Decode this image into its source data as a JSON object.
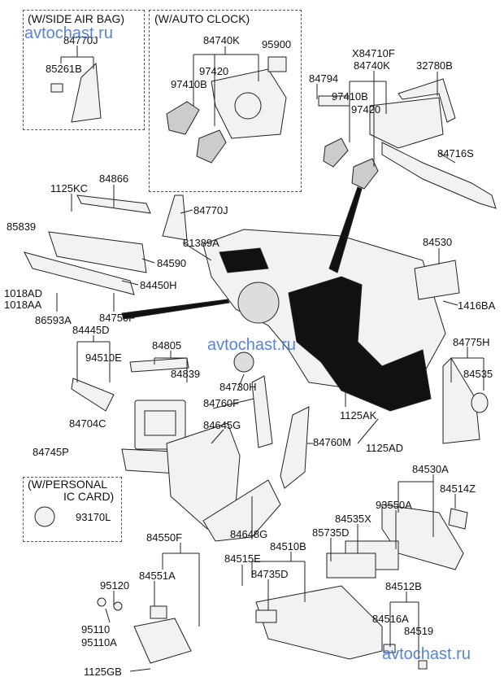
{
  "variant_boxes": {
    "side_air_bag": "(W/SIDE AIR BAG)",
    "auto_clock": "(W/AUTO CLOCK)",
    "personal_ic_card_line1": "(W/PERSONAL",
    "personal_ic_card_line2": "IC CARD)"
  },
  "watermark": "avtochast.ru",
  "accent_color": "#3a6fd0",
  "labels": [
    {
      "id": "a1",
      "text": "84770J"
    },
    {
      "id": "a2",
      "text": "85261B"
    },
    {
      "id": "a3",
      "text": "84740K"
    },
    {
      "id": "a4",
      "text": "95900"
    },
    {
      "id": "a5",
      "text": "97420"
    },
    {
      "id": "a6",
      "text": "97410B"
    },
    {
      "id": "a7",
      "text": "X84710F"
    },
    {
      "id": "a8",
      "text": "84740K"
    },
    {
      "id": "a9",
      "text": "32780B"
    },
    {
      "id": "a10",
      "text": "84794"
    },
    {
      "id": "a11",
      "text": "97410B"
    },
    {
      "id": "a12",
      "text": "97420"
    },
    {
      "id": "a13",
      "text": "84716S"
    },
    {
      "id": "a14",
      "text": "1125KC"
    },
    {
      "id": "a15",
      "text": "84866"
    },
    {
      "id": "a16",
      "text": "84770J"
    },
    {
      "id": "a17",
      "text": "85839"
    },
    {
      "id": "a18",
      "text": "81389A"
    },
    {
      "id": "a19",
      "text": "84590"
    },
    {
      "id": "a20",
      "text": "84530"
    },
    {
      "id": "a21",
      "text": "1018AD"
    },
    {
      "id": "a22",
      "text": "1018AA"
    },
    {
      "id": "a23",
      "text": "84450H"
    },
    {
      "id": "a24",
      "text": "1416BA"
    },
    {
      "id": "a25",
      "text": "86593A"
    },
    {
      "id": "a26",
      "text": "84750F"
    },
    {
      "id": "a27",
      "text": "84445D"
    },
    {
      "id": "a28",
      "text": "84805"
    },
    {
      "id": "a29",
      "text": "84775H"
    },
    {
      "id": "a30",
      "text": "94510E"
    },
    {
      "id": "a31",
      "text": "84839"
    },
    {
      "id": "a32",
      "text": "84535"
    },
    {
      "id": "a33",
      "text": "84730H"
    },
    {
      "id": "a34",
      "text": "84760F"
    },
    {
      "id": "a35",
      "text": "84704C"
    },
    {
      "id": "a36",
      "text": "84645G"
    },
    {
      "id": "a37",
      "text": "1125AK"
    },
    {
      "id": "a38",
      "text": "84760M"
    },
    {
      "id": "a39",
      "text": "1125AD"
    },
    {
      "id": "a40",
      "text": "84745P"
    },
    {
      "id": "a41",
      "text": "84530A"
    },
    {
      "id": "a42",
      "text": "84514Z"
    },
    {
      "id": "a43",
      "text": "93550A"
    },
    {
      "id": "a44",
      "text": "93170L"
    },
    {
      "id": "a45",
      "text": "84535X"
    },
    {
      "id": "a46",
      "text": "84648G"
    },
    {
      "id": "a47",
      "text": "85735D"
    },
    {
      "id": "a48",
      "text": "84550F"
    },
    {
      "id": "a49",
      "text": "84510B"
    },
    {
      "id": "a50",
      "text": "84515E"
    },
    {
      "id": "a51",
      "text": "84551A"
    },
    {
      "id": "a52",
      "text": "84735D"
    },
    {
      "id": "a53",
      "text": "84512B"
    },
    {
      "id": "a54",
      "text": "95120"
    },
    {
      "id": "a55",
      "text": "84516A"
    },
    {
      "id": "a56",
      "text": "95110"
    },
    {
      "id": "a57",
      "text": "95110A"
    },
    {
      "id": "a58",
      "text": "84519"
    },
    {
      "id": "a59",
      "text": "1125GB"
    }
  ]
}
